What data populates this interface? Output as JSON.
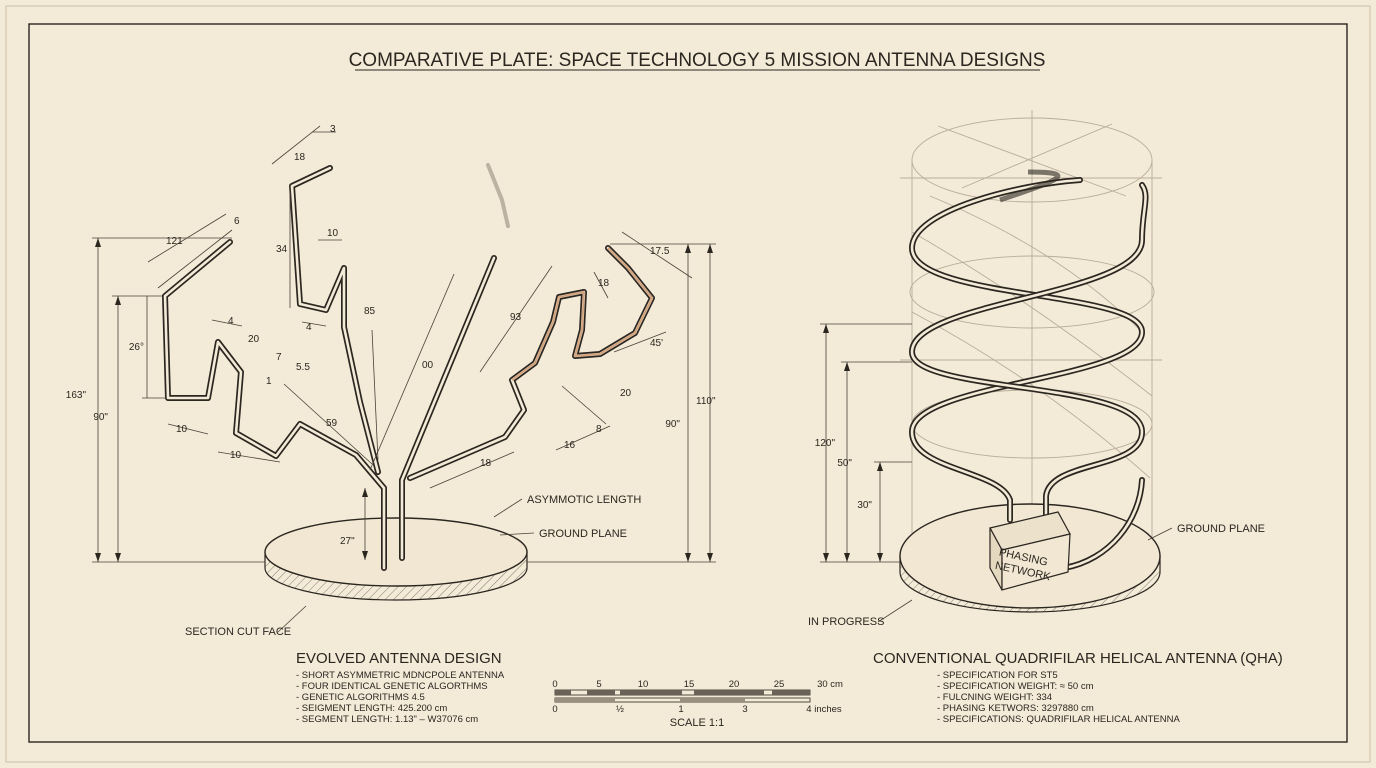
{
  "title": "COMPARATIVE PLATE: SPACE TECHNOLOGY 5 MISSION ANTENNA DESIGNS",
  "left_figure": {
    "heading": "EVOLVED ANTENNA DESIGN",
    "specs": [
      "- SHORT ASYMMETRIC MDNCPOLE ANTENNA",
      "- FOUR IDENTICAL GENETIC ALGORTHMS",
      "- GENETIC ALGORITHMS  4.5",
      "- SEIGMENT LENGTH: 425.200 cm",
      "- SEGMENT LENGTH: 1.13\" – W37076 cm"
    ],
    "callouts": {
      "asymmetric_length": "ASYMMOTIC LENGTH",
      "ground_plane": "GROUND PLANE",
      "section_cut": "SECTION CUT FACE"
    },
    "dimensions": {
      "total_height": "163\"",
      "height_90": "90\"",
      "angle_26": "26°",
      "base_27": "27\"",
      "right_110": "110\"",
      "right_90": "90\"",
      "d_3": "3",
      "d_18": "18",
      "d_121": "121",
      "d_6": "6",
      "d_34": "34",
      "d_10a": "10",
      "d_85": "85",
      "d_4a": "4",
      "d_4b": "4",
      "d_20": "20",
      "d_55": "5.5",
      "d_7": "7",
      "d_1": "1",
      "d_10b": "10",
      "d_10c": "10",
      "d_59": "59",
      "d_00": "00",
      "d_93": "93",
      "d_18b": "18",
      "d_175": "17.5",
      "d_45": "45'",
      "d_20b": "20",
      "d_16": "16",
      "d_8": "8",
      "d_18c": "18"
    }
  },
  "right_figure": {
    "heading": "CONVENTIONAL QUADRIFILAR HELICAL ANTENNA (QHA)",
    "specs": [
      "- SPECIFICATION FOR ST5",
      "- SPECIFICATION WEIGHT: ≈ 50 cm",
      "- FULCNING WEIGHT: 334",
      "- PHASING KETWORS: 3297880 cm",
      "- SPECIFICATIONS: QUADRIFILAR HELICAL ANTENNA"
    ],
    "box_label_1": "PHASING",
    "box_label_2": "NETWORK",
    "callouts": {
      "ground_plane": "GROUND PLANE",
      "in_progress": "IN PROGRESS"
    },
    "dimensions": {
      "height_120": "120\"",
      "height_50": "50\"",
      "height_30": "30\""
    }
  },
  "scale": {
    "cm_ticks": [
      "0",
      "5",
      "10",
      "15",
      "20",
      "25",
      "30 cm"
    ],
    "inch_ticks": [
      "0",
      "½",
      "1",
      "3",
      "4 inches"
    ],
    "label": "SCALE 1:1"
  },
  "colors": {
    "paper": "#f3ead7",
    "ink": "#2b2620",
    "highlight": "#c98a5c"
  }
}
